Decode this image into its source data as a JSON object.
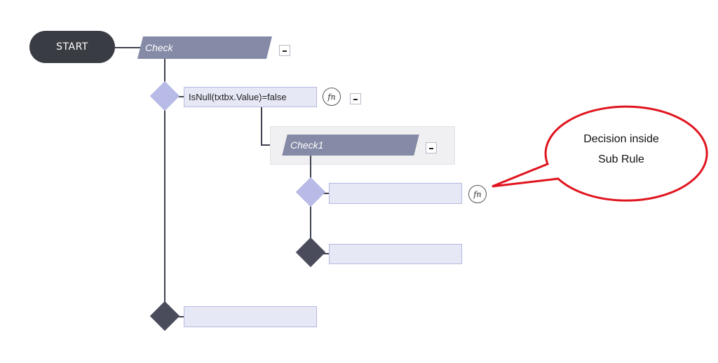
{
  "start": {
    "label": "START"
  },
  "rules": {
    "main": {
      "label": "Check"
    },
    "sub": {
      "label": "Check1"
    }
  },
  "conditions": {
    "main_decision": {
      "value": "IsNull(txtbx.Value)=false"
    },
    "sub_decision": {
      "value": ""
    },
    "sub_else": {
      "value": ""
    },
    "main_else": {
      "value": ""
    }
  },
  "buttons": {
    "fn_label": "fn"
  },
  "callout": {
    "line1": "Decision inside",
    "line2": "Sub Rule"
  },
  "colors": {
    "start_fill": "#3a3c44",
    "rule_fill": "#858aa6",
    "decision_light": "#b7bbe6",
    "decision_dark": "#4a4c5c",
    "condition_fill": "#e6e8f6",
    "callout_stroke": "#e0141e"
  }
}
